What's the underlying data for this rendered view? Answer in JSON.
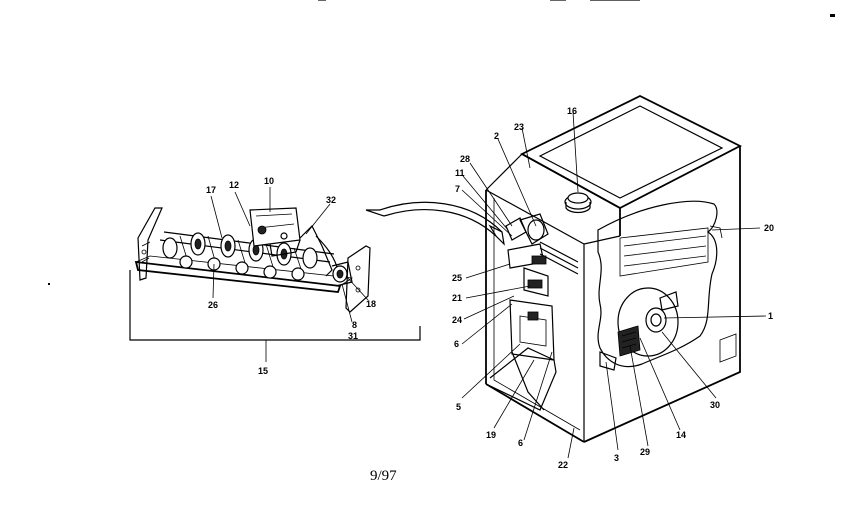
{
  "burner_assembly": {
    "labels": {
      "l17": "17",
      "l12": "12",
      "l10": "10",
      "l32": "32",
      "l26": "26",
      "l18": "18",
      "l8": "8",
      "l31": "31",
      "l15": "15"
    }
  },
  "furnace": {
    "labels": {
      "l16": "16",
      "l2": "2",
      "l23": "23",
      "l28": "28",
      "l11": "11",
      "l7": "7",
      "l20": "20",
      "l25": "25",
      "l21": "21",
      "l24": "24",
      "l6a": "6",
      "l1": "1",
      "l5": "5",
      "l19": "19",
      "l6b": "6",
      "l22": "22",
      "l3": "3",
      "l29": "29",
      "l14": "14",
      "l30": "30"
    }
  },
  "footer": {
    "date_code": "9/97"
  }
}
